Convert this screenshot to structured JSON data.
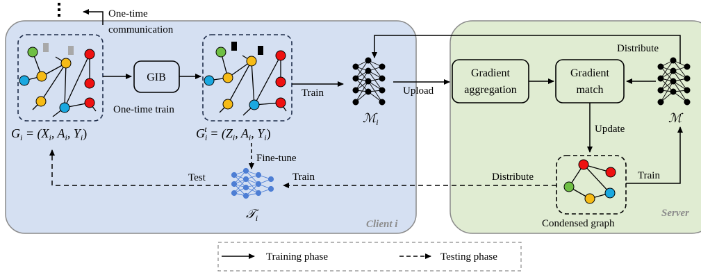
{
  "colors": {
    "client_bg": "#d5e0f2",
    "server_bg": "#e0ecd2",
    "node_red": "#ee1111",
    "node_green": "#6fbf44",
    "node_yellow": "#f6bb16",
    "node_blue": "#1aa8e0",
    "tnet_blue": "#4d7ed4"
  },
  "regions": {
    "client_label": "Client i",
    "server_label": "Server"
  },
  "labels": {
    "one_time_communication_1": "One-time",
    "one_time_communication_2": "communication",
    "gib_box": "GIB",
    "one_time_train": "One-time train",
    "graph_original": "G_i = (X_i, A_i, Y_i)",
    "graph_transformed": "G_i^t = (Z_i, A_i, Y_i)",
    "train_client": "Train",
    "upload": "Upload",
    "local_model": "M_i",
    "fine_tune": "Fine-tune",
    "test": "Test",
    "train_to_tnet": "Train",
    "tnet": "T_i",
    "distribute_top": "Distribute",
    "gradient_aggregation_1": "Gradient",
    "gradient_aggregation_2": "aggregation",
    "gradient_match_1": "Gradient",
    "gradient_match_2": "match",
    "global_model": "M",
    "update": "Update",
    "distribute_bottom": "Distribute",
    "train_server": "Train",
    "condensed_graph": "Condensed graph"
  },
  "legend": {
    "training_phase": "Training phase",
    "testing_phase": "Testing phase"
  }
}
